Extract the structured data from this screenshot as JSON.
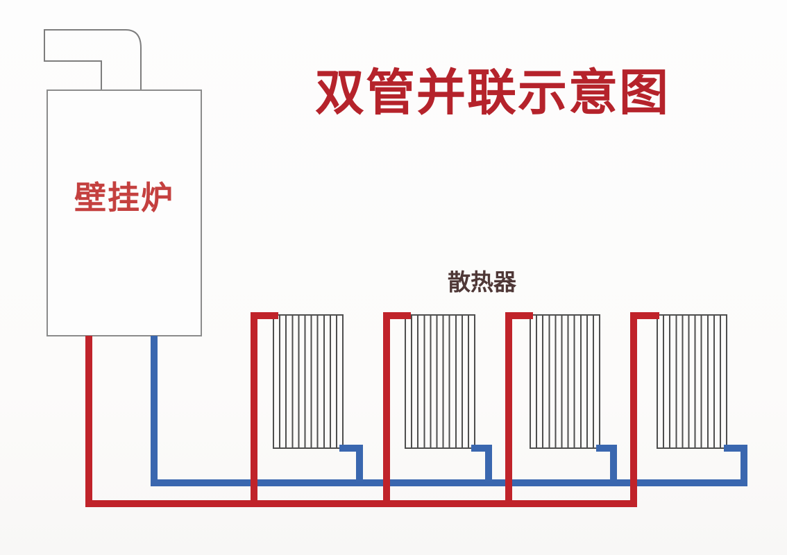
{
  "title": "双管并联示意图",
  "boiler": {
    "label": "壁挂炉"
  },
  "radiators": {
    "label": "散热器",
    "count": 4
  },
  "pipes": {
    "supply_color_name": "red",
    "return_color_name": "blue"
  },
  "colors": {
    "title-red": "#b5232b",
    "boiler-label-red": "#c4403f",
    "radiator-label": "#4f3837",
    "supply-red": "#c0232a",
    "return-blue": "#3a67af",
    "outline-gray": "#8b8b8b",
    "fin-gray": "#4e4e4e"
  }
}
